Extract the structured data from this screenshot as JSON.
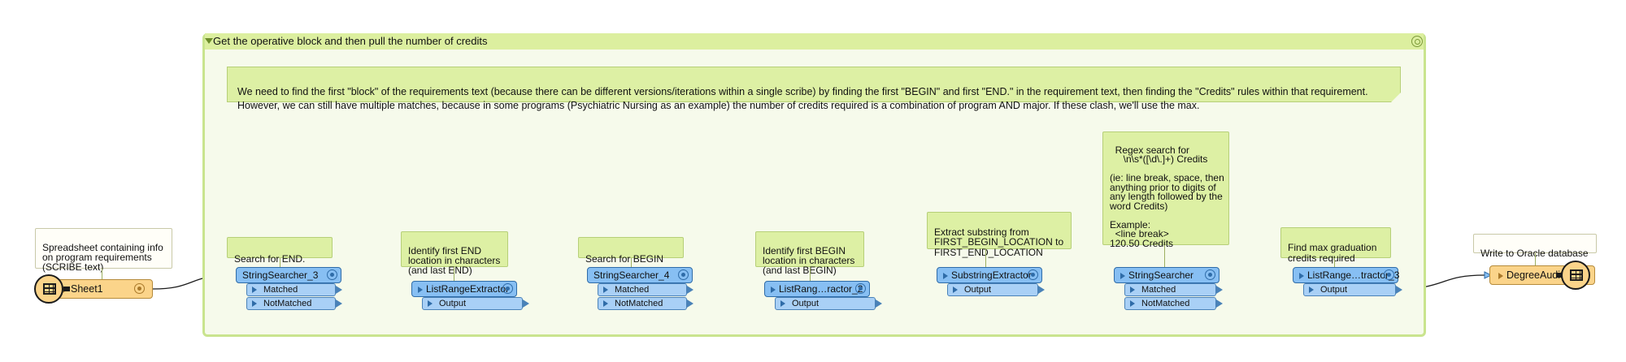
{
  "bookmark": {
    "title": "Get the operative block and then pull the number of credits",
    "description": "We need to find the first \"block\" of the requirements text (because there can be different versions/iterations within a single scribe) by finding the first \"BEGIN\" and first \"END.\" in the requirement text, then finding the \"Credits\" rules within that requirement.\nHowever, we can still have multiple matches, because in some programs (Psychiatric Nursing as an example) the number of credits required is a combination of program AND major. If these clash, we'll use the max."
  },
  "source": {
    "name": "Sheet1",
    "annotation": "Spreadsheet containing info\non program requirements\n(SCRIBE text)",
    "icon": "spreadsheet-reader-icon"
  },
  "transformers": [
    {
      "name": "StringSearcher_3",
      "annotation": "Search for END.",
      "ports": [
        "Matched",
        "NotMatched"
      ]
    },
    {
      "name": "ListRangeExtractor",
      "annotation": "Identify first END\nlocation in characters\n(and last END)",
      "ports": [
        "Output"
      ]
    },
    {
      "name": "StringSearcher_4",
      "annotation": "Search for BEGIN",
      "ports": [
        "Matched",
        "NotMatched"
      ]
    },
    {
      "name": "ListRang…ractor_2",
      "annotation": "Identify first BEGIN\nlocation in characters\n(and last BEGIN)",
      "ports": [
        "Output"
      ]
    },
    {
      "name": "SubstringExtractor",
      "annotation": "Extract substring from\nFIRST_BEGIN_LOCATION to\nFIRST_END_LOCATION",
      "ports": [
        "Output"
      ]
    },
    {
      "name": "StringSearcher",
      "annotation": "Regex search for\n     \\n\\s*([\\d\\.]+) Credits\n\n(ie: line break, space, then\nanything prior to digits of\nany length followed by the\nword Credits)\n\nExample:\n  <line break>\n120.50 Credits",
      "ports": [
        "Matched",
        "NotMatched"
      ]
    },
    {
      "name": "ListRange…tractor_3",
      "annotation": "Find max graduation\ncredits required",
      "ports": [
        "Output"
      ]
    }
  ],
  "writer": {
    "name": "DegreeAudit",
    "annotation": "Write to Oracle database",
    "icon": "database-writer-icon"
  },
  "colors": {
    "bookmark_bg": "#f6faeb",
    "bookmark_border": "#c9e48e",
    "annotation_bg": "#ddf0a4",
    "transformer_bg": "#87bff3",
    "feature_type_bg": "#fbd48a"
  }
}
